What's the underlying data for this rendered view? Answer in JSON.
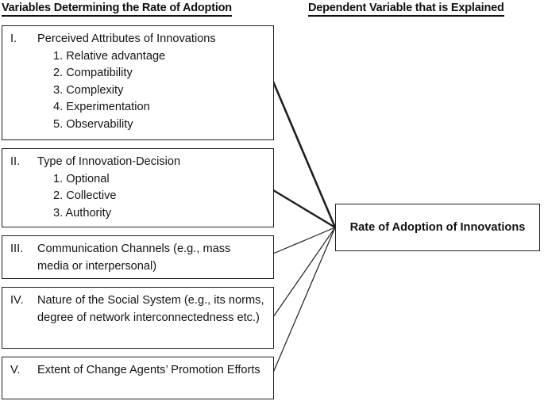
{
  "headings": {
    "left": "Variables Determining the Rate of Adoption",
    "right": "Dependent Variable that is Explained"
  },
  "groups": [
    {
      "numeral": "I.",
      "title": "Perceived Attributes of Innovations",
      "items": [
        "1. Relative advantage",
        "2. Compatibility",
        "3. Complexity",
        "4. Experimentation",
        "5. Observability"
      ]
    },
    {
      "numeral": "II.",
      "title": "Type of Innovation-Decision",
      "items": [
        "1. Optional",
        "2. Collective",
        "3. Authority"
      ]
    },
    {
      "numeral": "III.",
      "title": "Communication Channels (e.g., mass media or interpersonal)",
      "items": []
    },
    {
      "numeral": "IV.",
      "title": "Nature of the Social System (e.g., its norms, degree of network interconnectedness etc.)",
      "items": []
    },
    {
      "numeral": "V.",
      "title": "Extent of Change Agents’ Promotion Efforts",
      "items": []
    }
  ],
  "outcome": {
    "label": "Rate of Adoption of Innovations"
  },
  "colors": {
    "stroke": "#1f1f1f",
    "text": "#141414",
    "background": "#ffffff"
  },
  "connectors": [
    {
      "from": "group-1",
      "to": "outcome",
      "weight": "thick"
    },
    {
      "from": "group-2",
      "to": "outcome",
      "weight": "thick"
    },
    {
      "from": "group-3",
      "to": "outcome",
      "weight": "thin"
    },
    {
      "from": "group-4",
      "to": "outcome",
      "weight": "thin"
    },
    {
      "from": "group-5",
      "to": "outcome",
      "weight": "thin"
    }
  ]
}
